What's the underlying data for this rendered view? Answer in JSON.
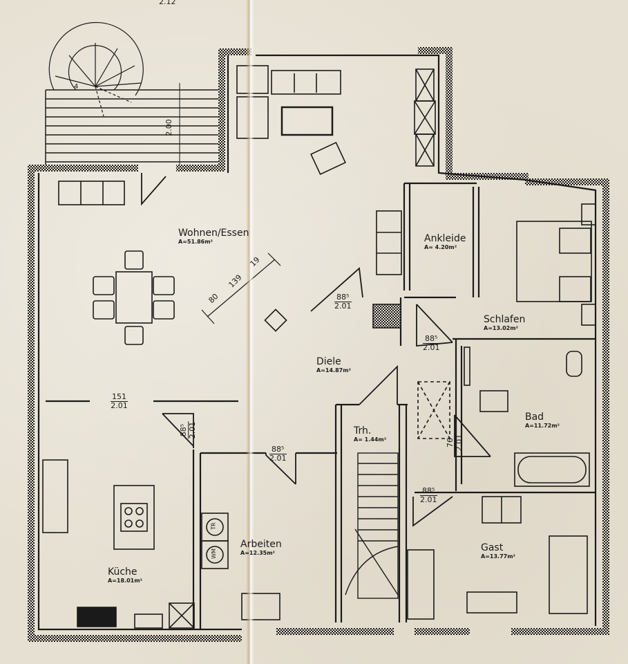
{
  "plan": {
    "top_cut_text": "2.12",
    "colors": {
      "paper": "#e6e0d2",
      "ink": "#1a1a1a",
      "fold": "#c9b48a"
    },
    "rooms": [
      {
        "name": "Wohnen/Essen",
        "area": "A=51.86m²"
      },
      {
        "name": "Ankleide",
        "area": "A= 4.20m²"
      },
      {
        "name": "Schlafen",
        "area": "A=13.02m²"
      },
      {
        "name": "Diele",
        "area": "A=14.87m²"
      },
      {
        "name": "Bad",
        "area": "A=11.72m²"
      },
      {
        "name": "Trh.",
        "area": "A= 1.44m²"
      },
      {
        "name": "Arbeiten",
        "area": "A=12.35m²"
      },
      {
        "name": "Küche",
        "area": "A=18.01m²"
      },
      {
        "name": "Gast",
        "area": "A=13.77m²"
      }
    ],
    "door_dimensions": [
      {
        "id": "wohnen-diele",
        "width": "88⁵",
        "height": "2.01"
      },
      {
        "id": "ankleide",
        "width": "88⁵",
        "height": "2.01"
      },
      {
        "id": "schlafen",
        "width": "88⁵",
        "height": "2.01"
      },
      {
        "id": "kueche-opening",
        "width": "151",
        "height": "2.01"
      },
      {
        "id": "kueche",
        "width": "88⁵",
        "height": "2.01"
      },
      {
        "id": "arbeiten",
        "width": "88⁵",
        "height": "2.01"
      },
      {
        "id": "bad",
        "width": "76",
        "height": "2.01"
      },
      {
        "id": "gast",
        "width": "88⁵",
        "height": "2.01"
      }
    ],
    "dimensions": {
      "terrace_depth": "2.00",
      "diag_1": "80",
      "diag_2": "139",
      "diag_3": "19"
    },
    "appliance_labels": {
      "dryer": "TR",
      "washer": "WM"
    },
    "spiral_stair_mark": "4"
  }
}
